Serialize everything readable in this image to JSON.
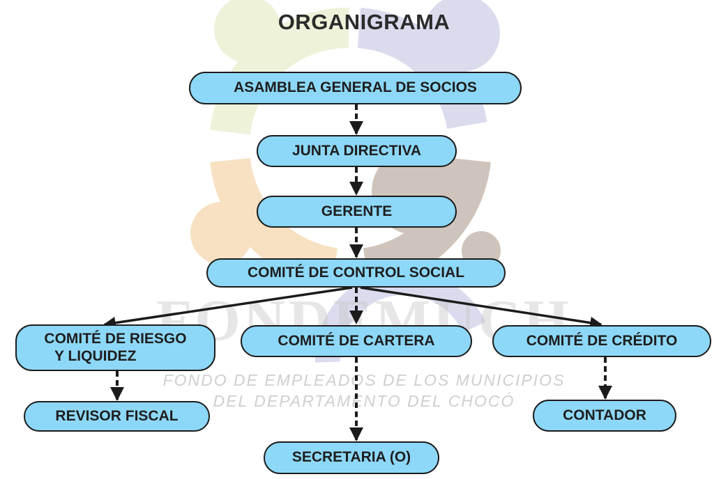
{
  "title": "ORGANIGRAMA",
  "watermark": {
    "name": "FONDEMUCH",
    "line1": "FONDO DE EMPLEADOS DE LOS MUNICIPIOS",
    "line2": "DEL DEPARTAMENTO DEL CHOCÓ"
  },
  "nodes": {
    "asamblea": "ASAMBLEA GENERAL DE SOCIOS",
    "junta": "JUNTA DIRECTIVA",
    "gerente": "GERENTE",
    "control_social": "COMITÉ DE CONTROL SOCIAL",
    "riesgo_line1": "COMITÉ DE RIESGO",
    "riesgo_line2": "Y LIQUIDEZ",
    "cartera": "COMITÉ DE CARTERA",
    "credito": "COMITÉ DE CRÉDITO",
    "revisor": "REVISOR FISCAL",
    "secretaria": "SECRETARIA (O)",
    "contador": "CONTADOR"
  },
  "colors": {
    "box_fill": "#8dd8f8",
    "box_border": "#1b1b1b",
    "text": "#1e1e1e",
    "connector": "#1b1b1b"
  }
}
